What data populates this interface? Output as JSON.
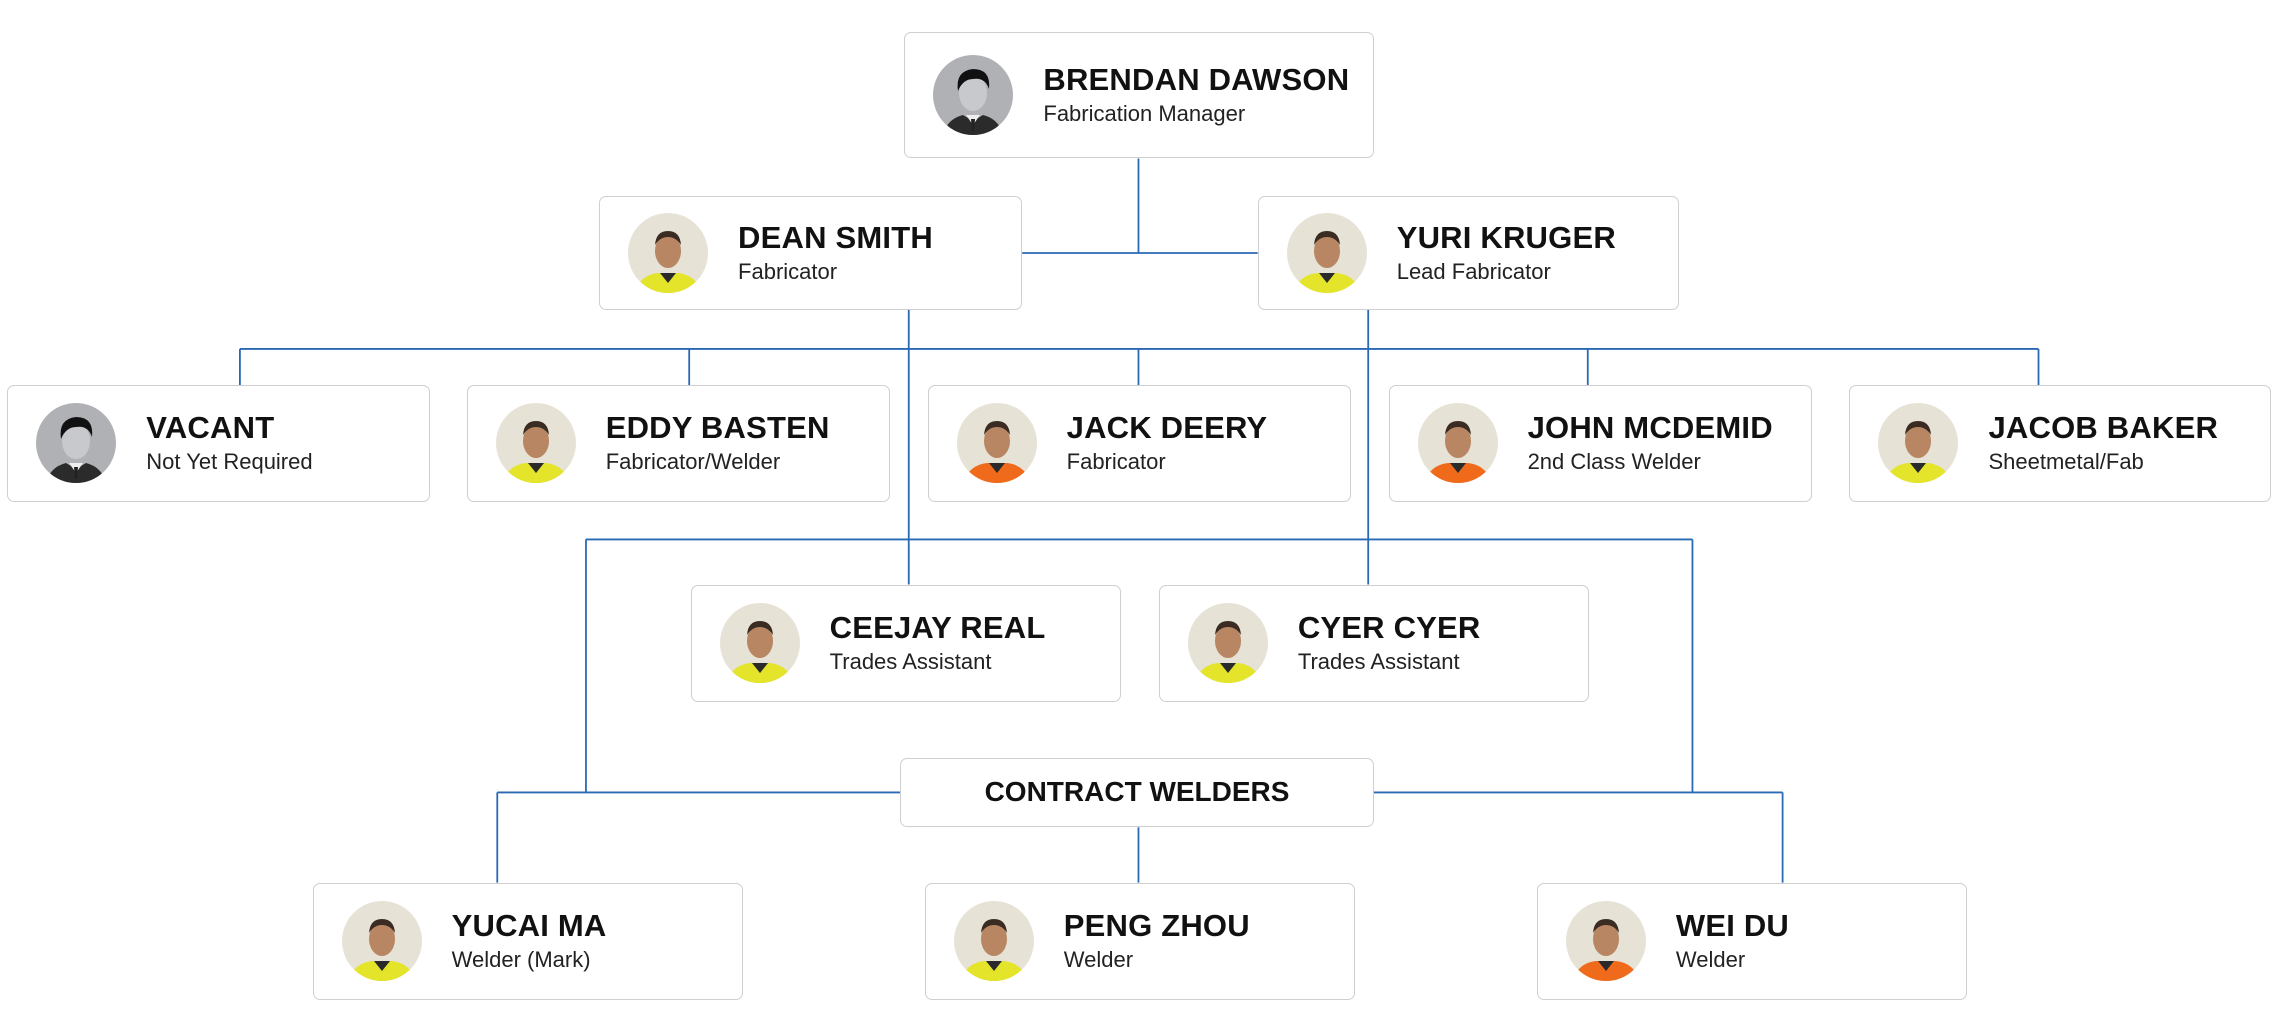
{
  "colors": {
    "connector": "#2a6ab5",
    "card_border": "#cfcfcf"
  },
  "people": [
    {
      "name": "BRENDAN DAWSON",
      "title": "Fabrication Manager",
      "avatar": "placeholder-avatar-icon"
    },
    {
      "name": "DEAN SMITH",
      "title": "Fabricator",
      "avatar": "photo-hi-vis-yellow"
    },
    {
      "name": "YURI KRUGER",
      "title": "Lead Fabricator",
      "avatar": "photo-hi-vis-yellow"
    },
    {
      "name": "VACANT",
      "title": "Not Yet Required",
      "avatar": "placeholder-avatar-icon"
    },
    {
      "name": "EDDY BASTEN",
      "title": "Fabricator/Welder",
      "avatar": "photo-hi-vis-yellow"
    },
    {
      "name": "JACK DEERY",
      "title": "Fabricator",
      "avatar": "photo-hi-vis-orange"
    },
    {
      "name": "JOHN MCDEMID",
      "title": "2nd Class Welder",
      "avatar": "photo-hi-vis-orange"
    },
    {
      "name": "JACOB BAKER",
      "title": "Sheetmetal/Fab",
      "avatar": "photo-hi-vis-yellow"
    },
    {
      "name": "CEEJAY REAL",
      "title": "Trades Assistant",
      "avatar": "photo-hi-vis-yellow"
    },
    {
      "name": "CYER CYER",
      "title": "Trades Assistant",
      "avatar": "photo-hi-vis-yellow"
    },
    {
      "name": "YUCAI MA",
      "title": "Welder (Mark)",
      "avatar": "photo-hi-vis-yellow"
    },
    {
      "name": "PENG ZHOU",
      "title": "Welder",
      "avatar": "photo-hi-vis-yellow"
    },
    {
      "name": "WEI DU",
      "title": "Welder",
      "avatar": "photo-hi-vis-orange"
    }
  ],
  "groups": [
    {
      "label": "CONTRACT WELDERS"
    }
  ]
}
